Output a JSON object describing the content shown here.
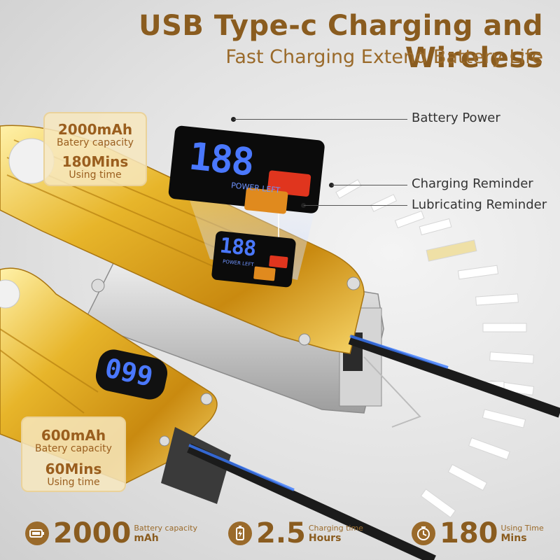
{
  "header": {
    "title": "USB Type-c Charging and Wireless",
    "subtitle": "Fast Charging Extend Battery Life"
  },
  "cards": [
    {
      "capacity": "2000mAh",
      "capacity_label": "Batery capacity",
      "time": "180Mins",
      "time_label": "Using time"
    },
    {
      "capacity": "600mAh",
      "capacity_label": "Batery capacity",
      "time": "60Mins",
      "time_label": "Using time"
    }
  ],
  "callouts": {
    "battery_power": "Battery Power",
    "charging_reminder": "Charging Reminder",
    "lubricating_reminder": "Lubricating Reminder"
  },
  "displays": {
    "large_digits": "188",
    "power_left": "POWER LEFT",
    "small_digits": "099"
  },
  "stats": [
    {
      "icon": "battery-icon",
      "value": "2000",
      "label": "Battery capacity",
      "unit": "mAh"
    },
    {
      "icon": "charging-icon",
      "value": "2.5",
      "label": "Charging time",
      "unit": "Hours"
    },
    {
      "icon": "timer-icon",
      "value": "180",
      "label": "Using Time",
      "unit": "Mins"
    }
  ],
  "colors": {
    "gold": "#d9a21f",
    "brown_text": "#8a5c1f",
    "lcd_blue": "#4a78ff",
    "indicator_red": "#e0351e",
    "indicator_orange": "#e08a1e"
  }
}
